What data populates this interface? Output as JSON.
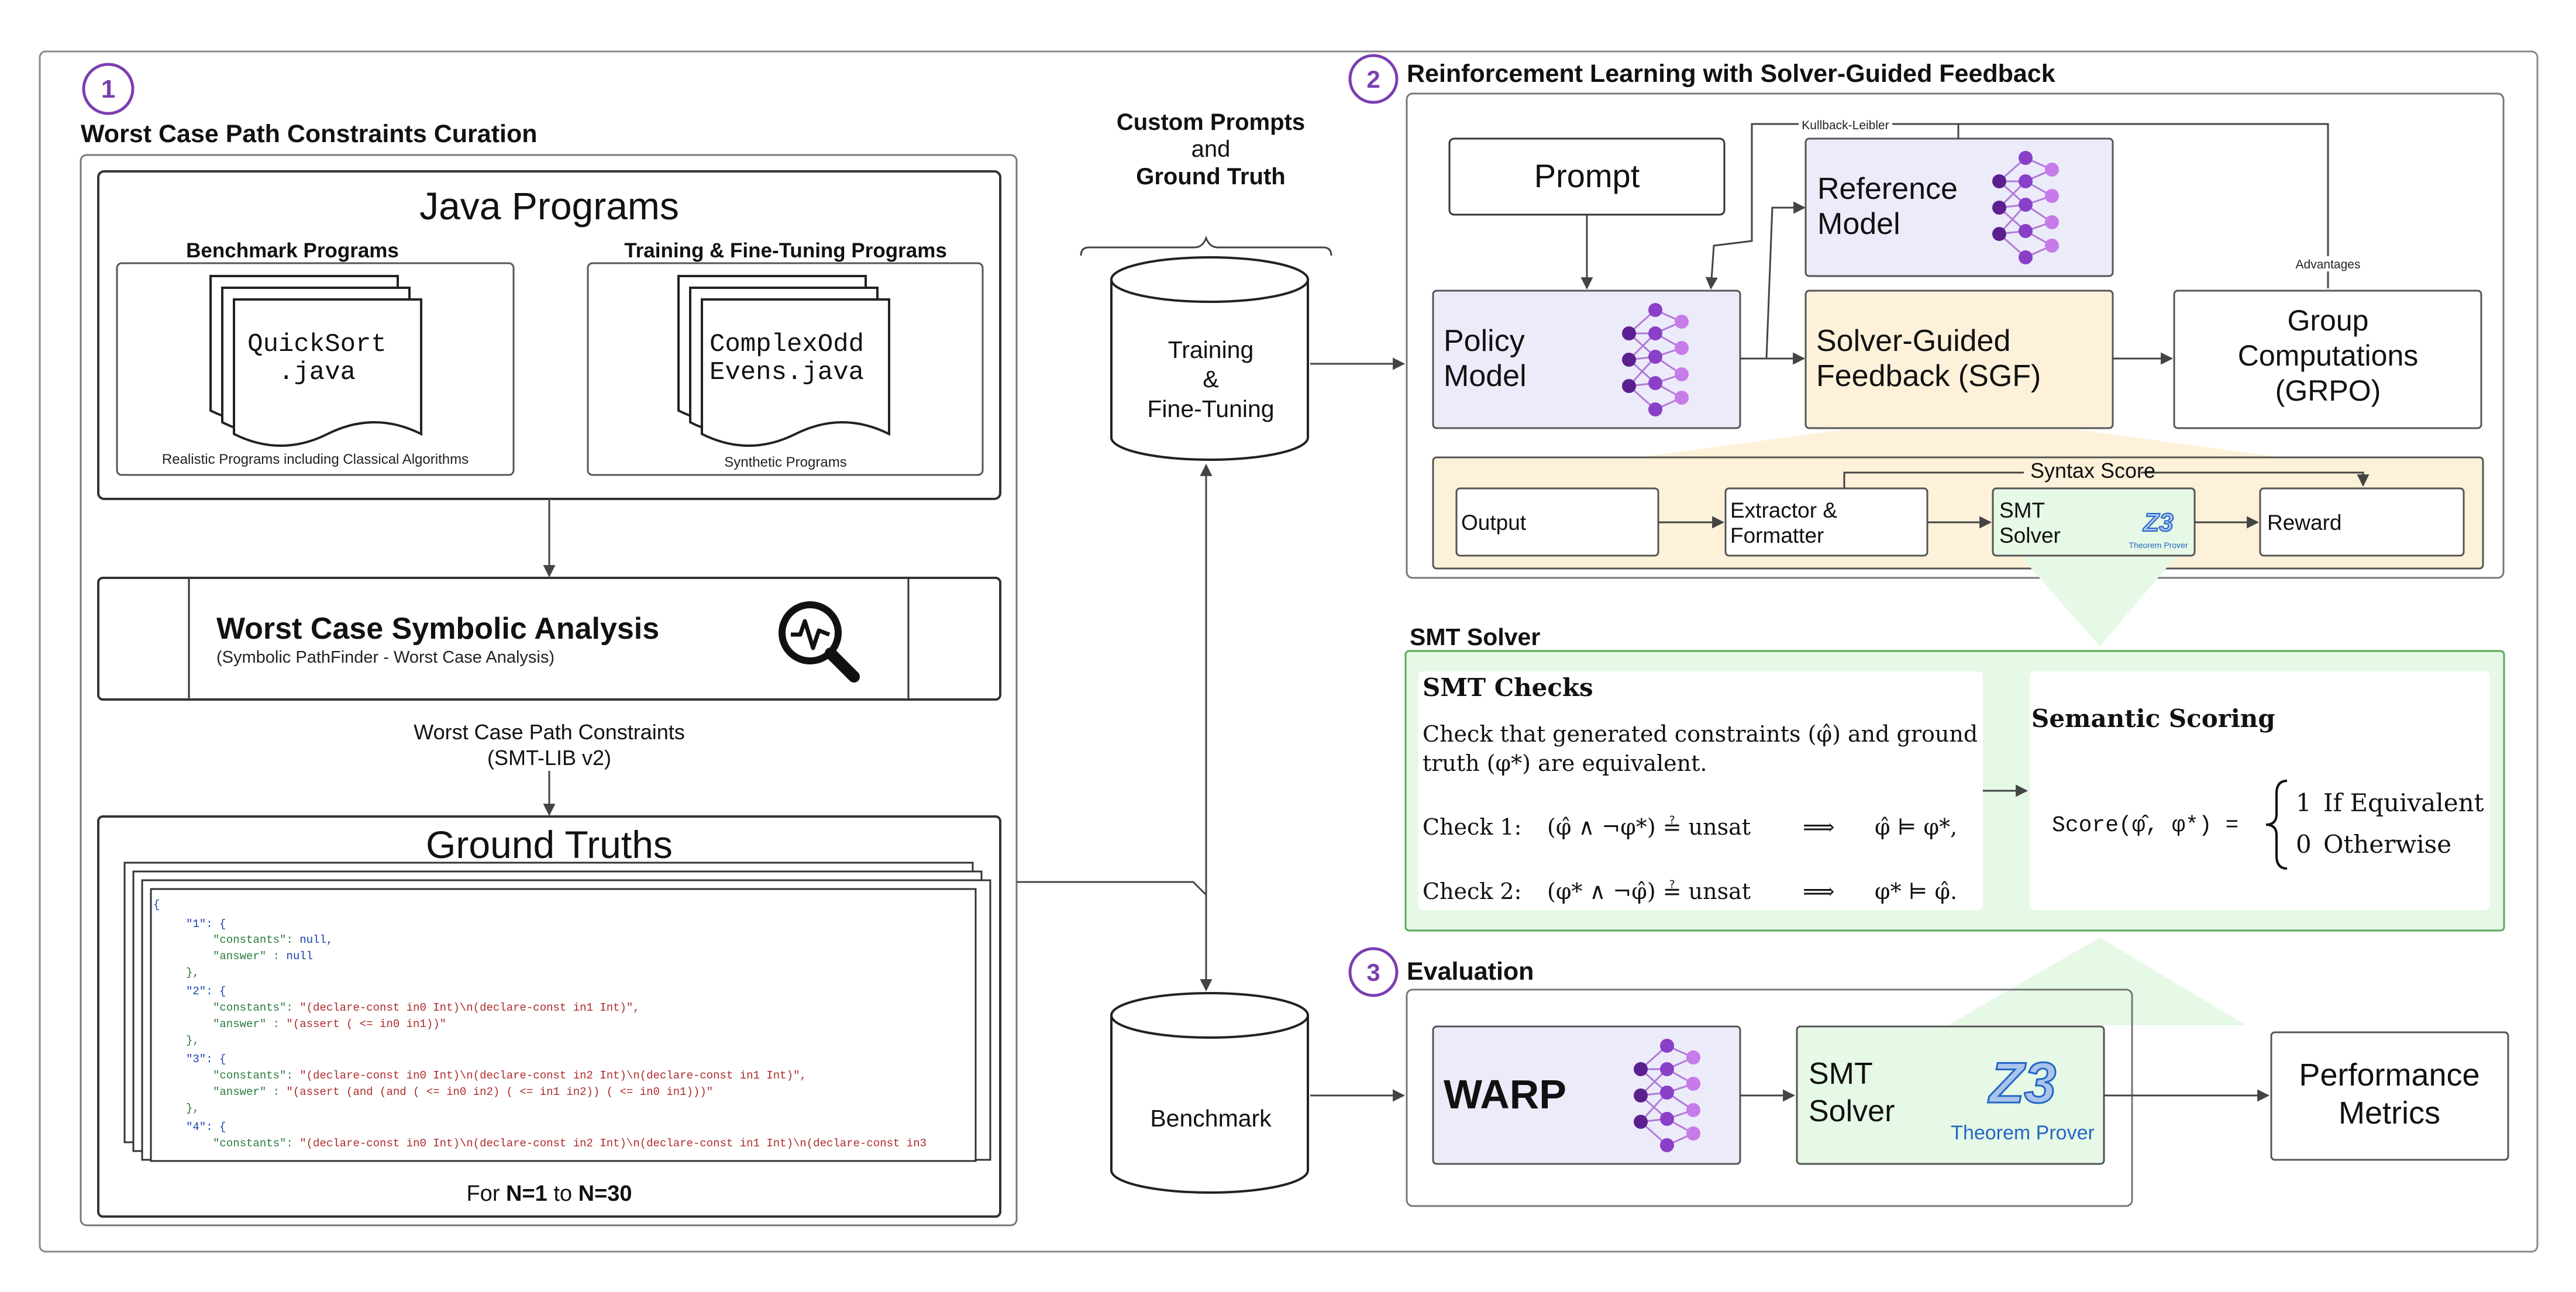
{
  "colors": {
    "purple": "#7b3fb0",
    "policy_fill": "#ecebfa",
    "sgf_fill": "#fdf1d9",
    "green_fill": "#e6f8e6",
    "green_stroke": "#5aa85a",
    "z3_blue": "#2466c4",
    "code_key": "#2a7a3a",
    "code_str": "#b02a2a",
    "code_null": "#1a3fb0",
    "code_brace": "#1a3fb0"
  },
  "section1": {
    "number": "1",
    "title": "Worst Case Path Constraints Curation",
    "java_title": "Java Programs",
    "benchmark_label": "Benchmark Programs",
    "benchmark_file_line1": "QuickSort",
    "benchmark_file_line2": ".java",
    "benchmark_caption": "Realistic Programs including Classical Algorithms",
    "training_label": "Training & Fine-Tuning Programs",
    "training_file_line1": "ComplexOdd",
    "training_file_line2": "Evens.java",
    "training_caption": "Synthetic Programs",
    "analysis_title": "Worst Case Symbolic Analysis",
    "analysis_subtitle": "(Symbolic PathFinder - Worst Case Analysis)",
    "constraints_line1": "Worst Case Path Constraints",
    "constraints_line2": "(SMT-LIB v2)",
    "ground_truths_title": "Ground Truths",
    "footer_prefix": "For ",
    "footer_n1": "N=1",
    "footer_mid": " to ",
    "footer_n30": "N=30",
    "code": {
      "open_brace": "{",
      "k1": "\"1\": {",
      "k1_constants_key": "\"constants\": ",
      "k1_constants_val": "null,",
      "k1_answer_key": "\"answer\" : ",
      "k1_answer_val": "null",
      "close1": "},",
      "k2": "\"2\": {",
      "k2_constants_key": "\"constants\": ",
      "k2_constants_val": "\"(declare-const in0 Int)\\n(declare-const in1 Int)\",",
      "k2_answer_key": "\"answer\" : ",
      "k2_answer_val": "\"(assert ( <= in0 in1))\"",
      "close2": "},",
      "k3": "\"3\": {",
      "k3_constants_key": "\"constants\": ",
      "k3_constants_val": "\"(declare-const in0 Int)\\n(declare-const in2 Int)\\n(declare-const in1 Int)\",",
      "k3_answer_key": "\"answer\" : ",
      "k3_answer_val": "\"(assert (and (and  ( <=  in0 in2)  ( <=  in1 in2))  ( <=  in0 in1)))\"",
      "close3": "},",
      "k4": "\"4\": {",
      "k4_constants_key": "\"constants\": ",
      "k4_constants_val": "\"(declare-const in0 Int)\\n(declare-const in2 Int)\\n(declare-const in1 Int)\\n(declare-const in3"
    }
  },
  "middle": {
    "custom_line1": "Custom Prompts",
    "custom_line2": "and",
    "custom_line3": "Ground Truth",
    "training_db_line1": "Training",
    "training_db_line2": "&",
    "training_db_line3": "Fine-Tuning",
    "benchmark_db": "Benchmark"
  },
  "section2": {
    "number": "2",
    "title": "Reinforcement Learning with Solver-Guided Feedback",
    "prompt": "Prompt",
    "kl_label": "Kullback-Leibler",
    "reference_line1": "Reference",
    "reference_line2": "Model",
    "policy_line1": "Policy",
    "policy_line2": "Model",
    "sgf_line1": "Solver-Guided",
    "sgf_line2": "Feedback (SGF)",
    "advantages_label": "Advantages",
    "group_line1": "Group",
    "group_line2": "Computations",
    "group_line3": "(GRPO)",
    "syntax_score": "Syntax Score",
    "output": "Output",
    "extractor_line1": "Extractor &",
    "extractor_line2": "Formatter",
    "smt_line1": "SMT",
    "smt_line2": "Solver",
    "z3_small": "Z3",
    "z3_small_caption": "Theorem Prover",
    "reward": "Reward"
  },
  "smt_section": {
    "title": "SMT Solver",
    "checks_title": "SMT Checks",
    "checks_desc_line1": "Check that generated constraints (φ̂) and ground",
    "checks_desc_line2": "truth (φ*) are equivalent.",
    "check1_label": "Check 1:",
    "check1_expr": "(φ̂ ∧ ¬φ*) ≟ unsat",
    "check1_implies": "⟹",
    "check1_result": "φ̂ ⊨ φ*,",
    "check2_label": "Check 2:",
    "check2_expr": "(φ* ∧ ¬φ̂) ≟ unsat",
    "check2_implies": "⟹",
    "check2_result": "φ* ⊨ φ̂.",
    "semantic_title": "Semantic Scoring",
    "score_lhs": "Score(φ̂, φ*) =",
    "case1_value": "1",
    "case1_text": "If Equivalent",
    "case2_value": "0",
    "case2_text": "Otherwise"
  },
  "section3": {
    "number": "3",
    "title": "Evaluation",
    "warp": "WARP",
    "smt_line1": "SMT",
    "smt_line2": "Solver",
    "z3_big": "Z3",
    "z3_big_caption": "Theorem Prover",
    "metrics_line1": "Performance",
    "metrics_line2": "Metrics"
  }
}
